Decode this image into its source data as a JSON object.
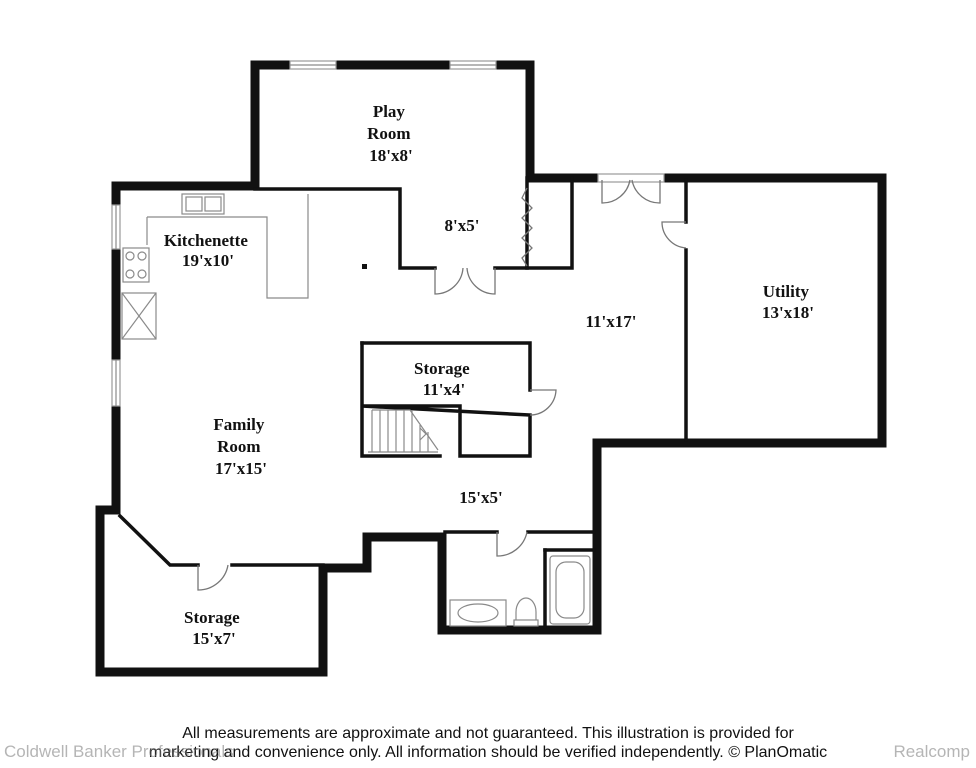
{
  "rooms": [
    {
      "id": "play-room",
      "lines": [
        "Play",
        "Room",
        "18'x8'"
      ]
    },
    {
      "id": "closet",
      "lines": [
        "8'x5'"
      ]
    },
    {
      "id": "kitchenette",
      "lines": [
        "Kitchenette",
        "19'x10'"
      ]
    },
    {
      "id": "hall",
      "lines": [
        "11'x17'"
      ]
    },
    {
      "id": "utility",
      "lines": [
        "Utility",
        "13'x18'"
      ]
    },
    {
      "id": "storage-stair",
      "lines": [
        "Storage",
        "11'x4'"
      ]
    },
    {
      "id": "family-room",
      "lines": [
        "Family",
        "Room",
        "17'x15'"
      ]
    },
    {
      "id": "lower-hall",
      "lines": [
        "15'x5'"
      ]
    },
    {
      "id": "storage-lower",
      "lines": [
        "Storage",
        "15'x7'"
      ]
    }
  ],
  "disclaimer": {
    "line1": "All measurements are approximate and not guaranteed. This illustration is provided for",
    "line2": "marketing and convenience only. All information should be verified independently. © PlanOmatic"
  },
  "watermarks": {
    "left": "Coldwell Banker Professionals",
    "right": "Realcomp"
  }
}
